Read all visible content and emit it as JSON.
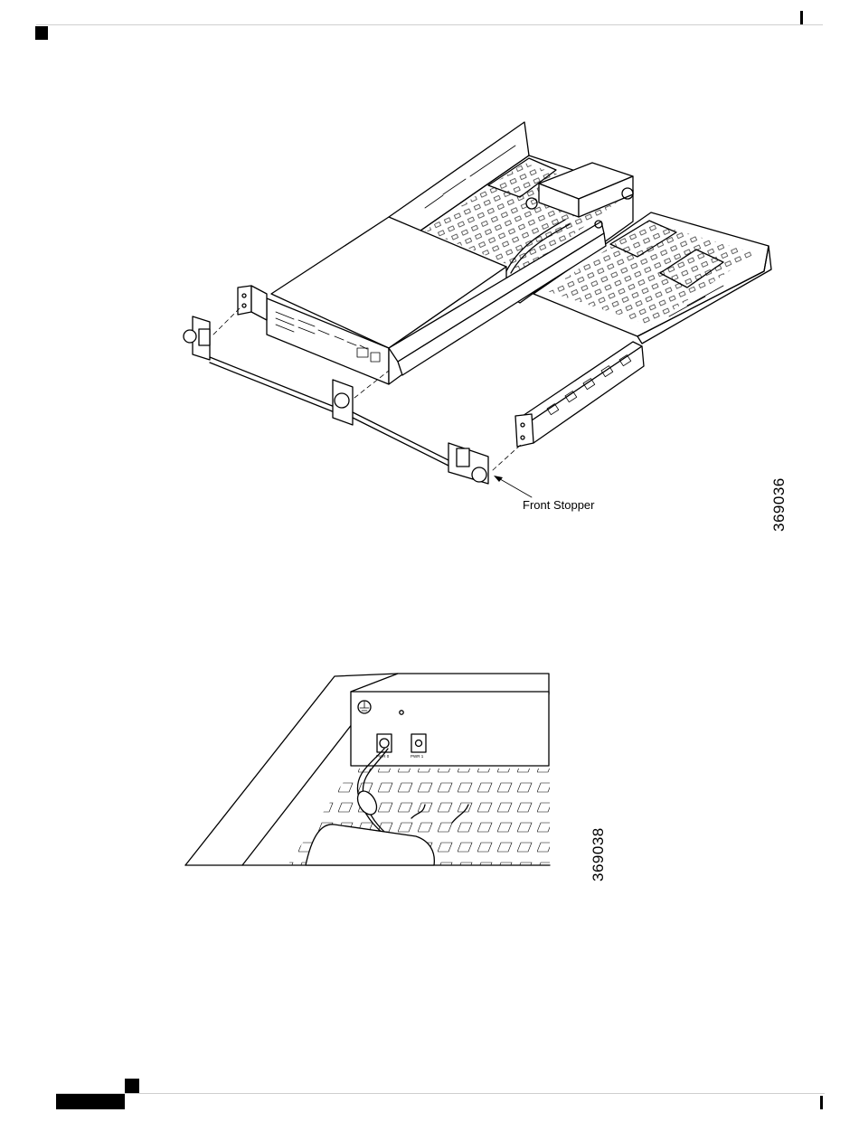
{
  "figure1": {
    "callout_front_stopper": "Front Stopper",
    "figure_id": "369036"
  },
  "figure2": {
    "port_label_0": "PWR 0",
    "port_label_1": "PWR 1",
    "figure_id": "369038"
  },
  "icons": {
    "ground": "ground-symbol-icon"
  }
}
